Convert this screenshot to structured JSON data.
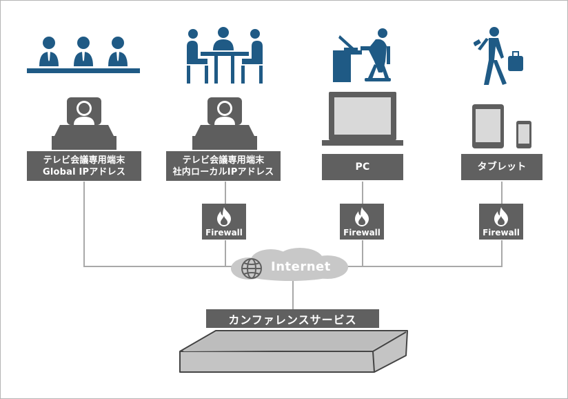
{
  "nodes": [
    {
      "id": "vc-global",
      "label_line1": "テレビ会議専用端末",
      "label_line2": "Global IPアドレス"
    },
    {
      "id": "vc-local",
      "label_line1": "テレビ会議専用端末",
      "label_line2": "社内ローカルIPアドレス"
    },
    {
      "id": "pc",
      "label_line1": "PC"
    },
    {
      "id": "tablet",
      "label_line1": "タブレット"
    }
  ],
  "firewall_label": "Firewall",
  "internet_label": "Internet",
  "service_label": "カンファレンスサービス",
  "colors": {
    "blue_icon": "#1f5a85",
    "gray_icon": "#5e5e5e",
    "label_bg": "#606060",
    "line": "#a8a8a8",
    "cloud": "#c8c8c8"
  }
}
